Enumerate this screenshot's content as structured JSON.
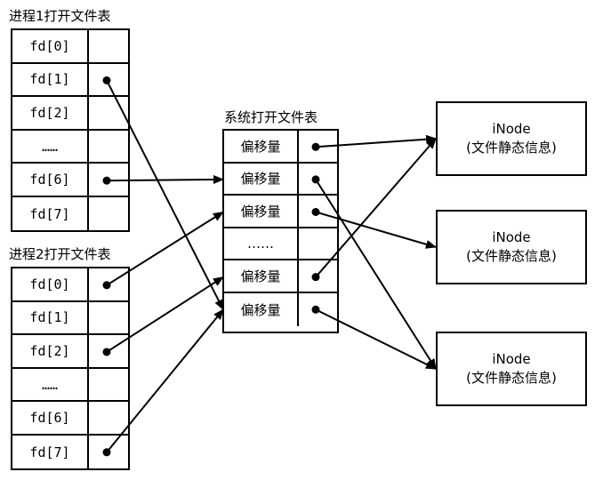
{
  "process1": {
    "title": "进程1打开文件表",
    "rows": [
      "fd[0]",
      "fd[1]",
      "fd[2]",
      "……",
      "fd[6]",
      "fd[7]"
    ]
  },
  "process2": {
    "title": "进程2打开文件表",
    "rows": [
      "fd[0]",
      "fd[1]",
      "fd[2]",
      "……",
      "fd[6]",
      "fd[7]"
    ]
  },
  "system": {
    "title": "系统打开文件表",
    "rows": [
      "偏移量",
      "偏移量",
      "偏移量",
      "……",
      "偏移量",
      "偏移量"
    ]
  },
  "inodes": [
    {
      "line1": "iNode",
      "line2": "(文件静态信息)"
    },
    {
      "line1": "iNode",
      "line2": "(文件静态信息)"
    },
    {
      "line1": "iNode",
      "line2": "(文件静态信息)"
    }
  ],
  "links": [
    {
      "from": "process1",
      "row": 1,
      "to": "system",
      "toRow": 5
    },
    {
      "from": "process1",
      "row": 4,
      "to": "system",
      "toRow": 1
    },
    {
      "from": "process2",
      "row": 0,
      "to": "system",
      "toRow": 2
    },
    {
      "from": "process2",
      "row": 2,
      "to": "system",
      "toRow": 4
    },
    {
      "from": "process2",
      "row": 5,
      "to": "system",
      "toRow": 5
    },
    {
      "from": "system",
      "row": 0,
      "to": "inode",
      "toRow": 0
    },
    {
      "from": "system",
      "row": 1,
      "to": "inode",
      "toRow": 2
    },
    {
      "from": "system",
      "row": 2,
      "to": "inode",
      "toRow": 1
    },
    {
      "from": "system",
      "row": 4,
      "to": "inode",
      "toRow": 0
    },
    {
      "from": "system",
      "row": 5,
      "to": "inode",
      "toRow": 2
    }
  ]
}
